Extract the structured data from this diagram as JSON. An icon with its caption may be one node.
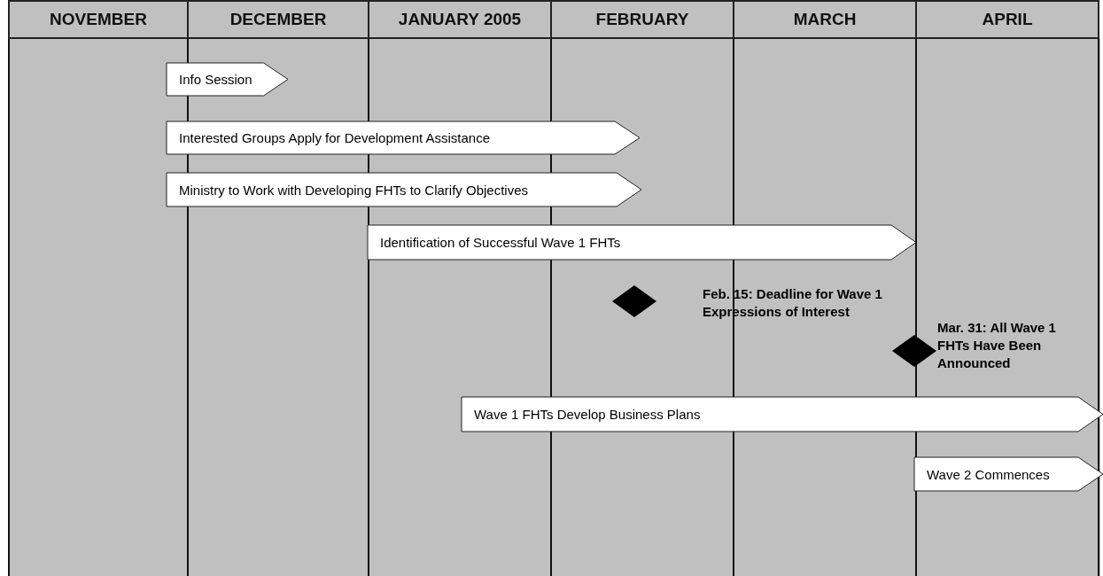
{
  "diagram": {
    "nodes": [
      {
        "text": [
          "Info Session"
        ]
      },
      {
        "text": [
          "Interested Groups Apply for Development Assistance"
        ]
      },
      {
        "text": [
          "Ministry to Work with Developing FHTs to Clarify Objectives"
        ]
      },
      {
        "text": [
          "Identification of Successful Wave 1 FHTs"
        ]
      },
      {
        "text": [],
        "shape": "diamond"
      },
      {
        "text": [],
        "shape": "diamond",
        "beside": [
          "Mar. 31: All Wave 1 FHTs Have Been Announced"
        ]
      },
      {
        "text": [
          "Wave 1 FHTs Develop Business Plans"
        ]
      },
      {
        "text": [
          "Wave 2 Commences"
        ]
      }
    ],
    "edges": [],
    "labels": [
      "NOVEMBER",
      "DECEMBER",
      "JANUARY 2005",
      "FEBRUARY",
      "MARCH",
      "APRIL",
      "Feb. 15: Deadline for Wave 1 Expressions of Interest"
    ]
  }
}
